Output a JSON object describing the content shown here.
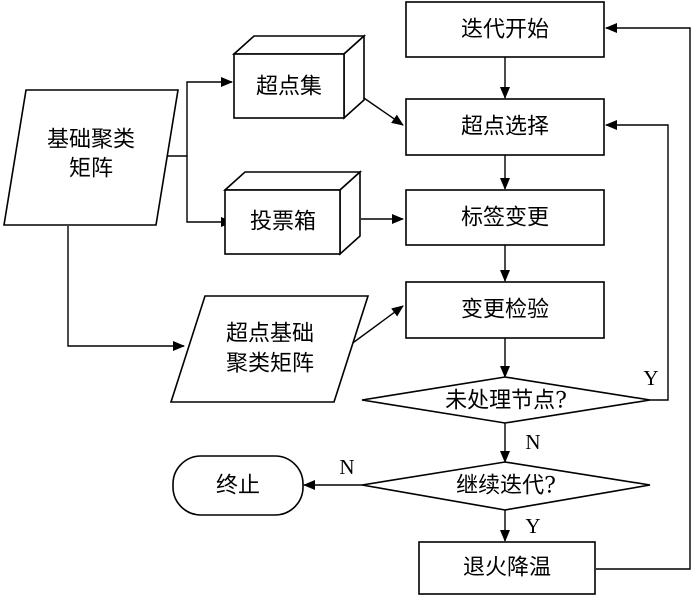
{
  "nodes": {
    "iter_start": "迭代开始",
    "super_node_select": "超点选择",
    "label_change": "标签变更",
    "change_check": "变更检验",
    "unprocessed_nodes": "未处理节点?",
    "continue_iteration": "继续迭代?",
    "anneal": "退火降温",
    "terminate": "终止",
    "super_node_set": "超点集",
    "ballot_box": "投票箱",
    "base_cluster_matrix_line1": "基础聚类",
    "base_cluster_matrix_line2": "矩阵",
    "super_base_matrix_line1": "超点基础",
    "super_base_matrix_line2": "聚类矩阵"
  },
  "edge_labels": {
    "unprocessed_yes": "Y",
    "unprocessed_no": "N",
    "continue_no": "N",
    "continue_yes": "Y"
  },
  "colors": {
    "stroke": "#000000",
    "fill": "#ffffff"
  }
}
